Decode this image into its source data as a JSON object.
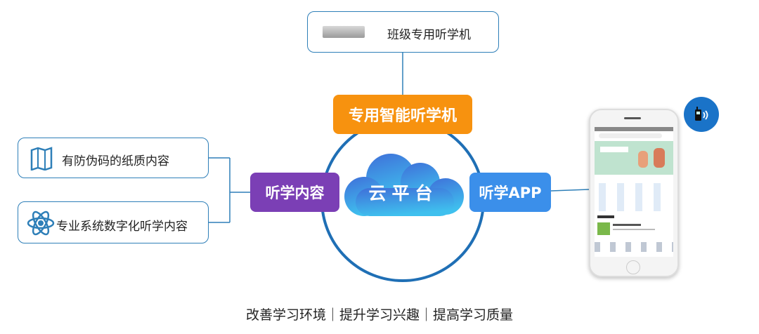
{
  "top_node": {
    "label": "班级专用听学机",
    "icon": "device-icon"
  },
  "center": {
    "label": "云平台",
    "icon": "cloud-icon"
  },
  "hubs": {
    "top": {
      "label": "专用智能听学机",
      "color": "#f7920f"
    },
    "left": {
      "label": "听学内容",
      "color": "#7b3fb5"
    },
    "right": {
      "label": "听学APP",
      "color": "#3b8fea"
    }
  },
  "left_nodes": [
    {
      "label": "有防伪码的纸质内容",
      "icon": "book-icon"
    },
    {
      "label": "专业系统数字化听学内容",
      "icon": "atom-icon"
    }
  ],
  "app_badge": {
    "icon": "phone-signal-icon",
    "color": "#1a73c8"
  },
  "footer": "改善学习环境｜提升学习兴趣｜提高学习质量",
  "colors": {
    "line": "#2e7fb8",
    "circle": "#1f6fb5"
  }
}
